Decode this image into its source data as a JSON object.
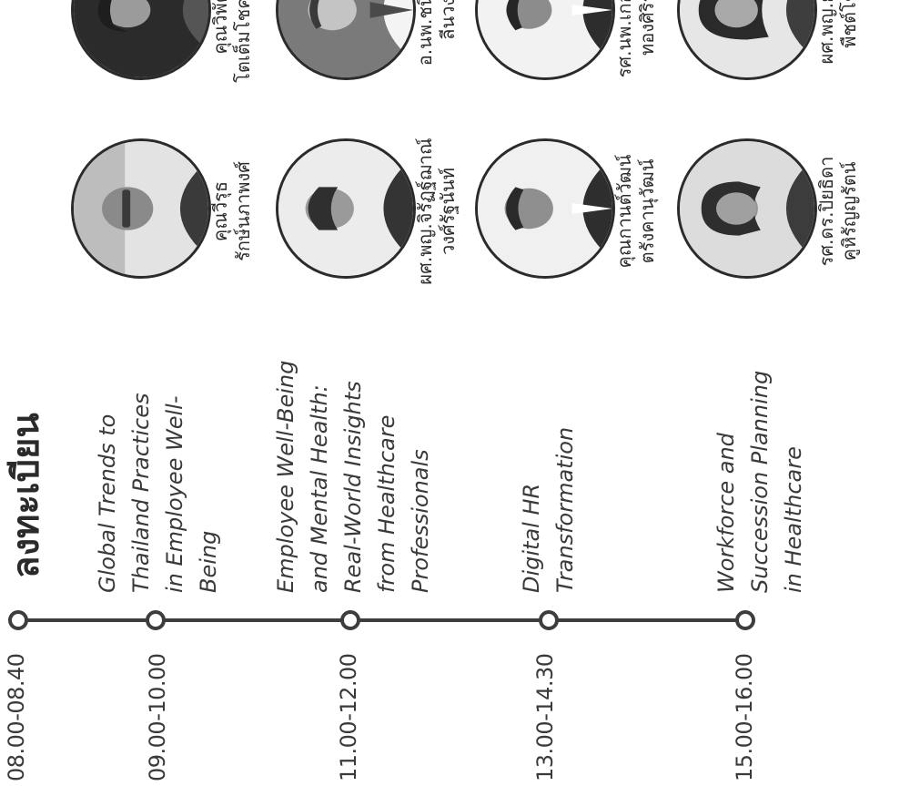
{
  "heading": "ลงทะเบียน",
  "schedule": [
    {
      "time": "08.00-08.40",
      "title_lines": []
    },
    {
      "time": "09.00-10.00",
      "title_lines": [
        "Global Trends to",
        "Thailand Practices",
        "in Employee Well-",
        "Being"
      ]
    },
    {
      "time": "11.00-12.00",
      "title_lines": [
        "Employee Well-Being",
        "and Mental Health:",
        "Real-World Insights",
        "from Healthcare",
        "Professionals"
      ]
    },
    {
      "time": "13.00-14.30",
      "title_lines": [
        "Digital HR",
        "Transformation"
      ]
    },
    {
      "time": "15.00-16.00",
      "title_lines": [
        "Workforce and",
        "Succession Planning",
        "in Healthcare"
      ]
    }
  ],
  "speakers": [
    {
      "name_lines": [
        "คุณวีรุธ",
        "รักษ์นภาพงศ์"
      ],
      "portrait": "man-with-glasses-portrait"
    },
    {
      "name_lines": [
        "คุณวิพัตรา",
        "โตเต็มโชคชัยการ"
      ],
      "portrait": "woman-portrait"
    },
    {
      "name_lines": [
        "ผศ.พญ.จิรัฏฐ์ฌาณ์",
        "วงศ์รัฐนันท์"
      ],
      "portrait": "woman-portrait"
    },
    {
      "name_lines": [
        "อ.นพ.ชนินทร์",
        "ลีนวงศ์"
      ],
      "portrait": "man-in-white-coat-portrait"
    },
    {
      "name_lines": [
        "คุณกานต์วัฒน์",
        "ตรังคานุวัฒน์"
      ],
      "portrait": "man-in-suit-portrait"
    },
    {
      "name_lines": [
        "รศ.นพ.เกอดพงศ์",
        "ทองศิริราช"
      ],
      "portrait": "man-in-suit-portrait"
    },
    {
      "name_lines": [
        "รศ.ดร.ปิยธิดา",
        "คูหิรัญญรัตน์"
      ],
      "portrait": "woman-portrait"
    },
    {
      "name_lines": [
        "ผศ.พญ.ยุวรีย์",
        "พืชต์โชค"
      ],
      "portrait": "woman-portrait"
    }
  ],
  "colors": {
    "line": "#3d3d3d",
    "text": "#2c2c2c",
    "photo_bg": "#e7e7e7",
    "photo_dark": "#3a3a3a"
  }
}
